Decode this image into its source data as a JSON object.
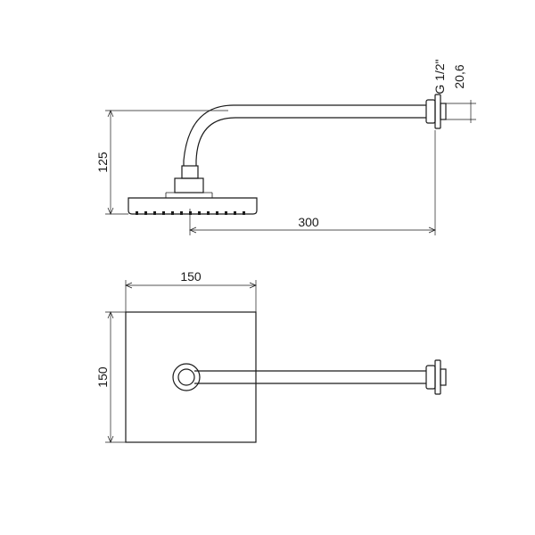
{
  "side_view": {
    "dim_height": "125",
    "dim_length": "300",
    "dim_thread": "G 1/2\"",
    "dim_flange": "20,6"
  },
  "top_view": {
    "dim_width": "150",
    "dim_depth": "150"
  },
  "colors": {
    "line": "#1a1a1a",
    "background": "#ffffff"
  }
}
